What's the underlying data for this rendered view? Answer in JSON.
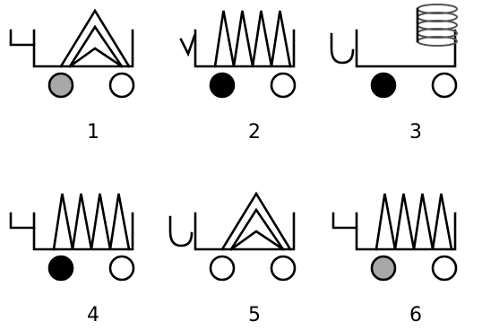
{
  "figure": {
    "carts": [
      {
        "label": "1",
        "hook": "angular",
        "load": "triangle",
        "left_wheel": "gray",
        "right_wheel": "white"
      },
      {
        "label": "2",
        "hook": "v-shape",
        "load": "zigzag",
        "left_wheel": "black",
        "right_wheel": "white"
      },
      {
        "label": "3",
        "hook": "rounded",
        "load": "coil",
        "left_wheel": "black",
        "right_wheel": "white"
      },
      {
        "label": "4",
        "hook": "angular",
        "load": "zigzag",
        "left_wheel": "black",
        "right_wheel": "white"
      },
      {
        "label": "5",
        "hook": "rounded",
        "load": "triangle",
        "left_wheel": "white",
        "right_wheel": "white"
      },
      {
        "label": "6",
        "hook": "angular",
        "load": "zigzag",
        "left_wheel": "gray",
        "right_wheel": "white"
      }
    ],
    "colors": {
      "stroke": "#000000",
      "gray": "#a8a8a8",
      "black": "#000000",
      "white": "#ffffff"
    }
  }
}
